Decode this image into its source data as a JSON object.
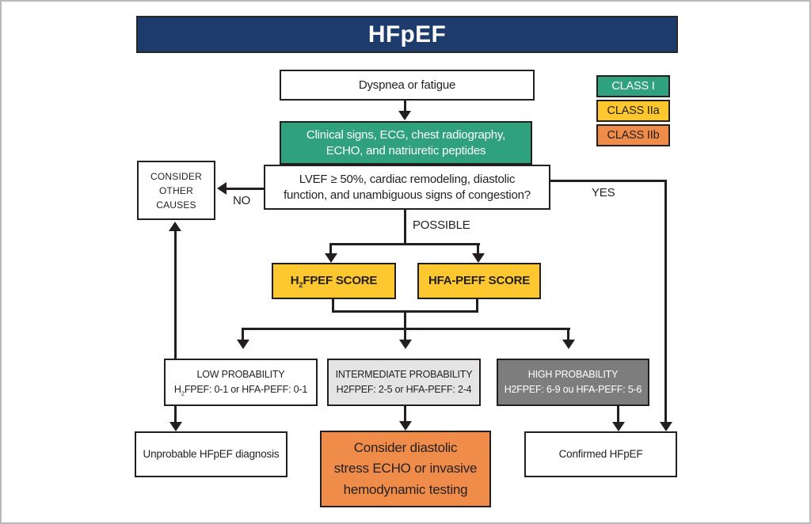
{
  "title": "HFpEF",
  "legend": {
    "items": [
      {
        "label": "CLASS I",
        "color": "#2fa17c",
        "text_color": "#ffffff"
      },
      {
        "label": "CLASS IIa",
        "color": "#fdc82f",
        "text_color": "#231f20"
      },
      {
        "label": "CLASS IIb",
        "color": "#ef8c4a",
        "text_color": "#231f20"
      }
    ]
  },
  "labels": {
    "no": "NO",
    "yes": "YES",
    "possible": "POSSIBLE"
  },
  "nodes": {
    "dyspnea": {
      "text": "Dyspnea or fatigue"
    },
    "clinical": {
      "line1": "Clinical signs, ECG, chest radiography,",
      "line2": "ECHO, and natriuretic peptides"
    },
    "lvef": {
      "line1": "LVEF ≥ 50%, cardiac remodeling, diastolic",
      "line2": "function, and unambiguous signs of congestion?"
    },
    "consider": {
      "line1": "CONSIDER",
      "line2": "OTHER",
      "line3": "CAUSES"
    },
    "h2fpef_score": {
      "pre": "H",
      "sub": "2",
      "post": "FPEF SCORE"
    },
    "hfapeff_score": {
      "text": "HFA-PEFF SCORE"
    },
    "low": {
      "line1": "LOW PROBABILITY",
      "line2_pre": "H",
      "line2_sub": "2",
      "line2_post": "FPEF: 0-1 or HFA-PEFF: 0-1"
    },
    "intermediate": {
      "line1": "INTERMEDIATE PROBABILITY",
      "line2": "H2FPEF: 2-5 or HFA-PEFF: 2-4"
    },
    "high": {
      "line1": "HIGH PROBABILITY",
      "line2": "H2FPEF: 6-9 ou HFA-PEFF: 5-6"
    },
    "unprobable": {
      "text": "Unprobable HFpEF diagnosis"
    },
    "stress_testing": {
      "line1": "Consider diastolic",
      "line2": "stress ECHO or invasive",
      "line3": "hemodynamic testing"
    },
    "confirmed": {
      "text": "Confirmed HFpEF"
    }
  },
  "colors": {
    "header_bg": "#1d3c6b",
    "class_i_green": "#2fa17c",
    "class_iia_yellow": "#fdc82f",
    "class_iib_orange": "#ef8c4a",
    "intermediate_gray": "#e4e4e4",
    "high_gray": "#7d7d7d",
    "line_black": "#231f20",
    "page_frame": "#b9b9b9"
  }
}
